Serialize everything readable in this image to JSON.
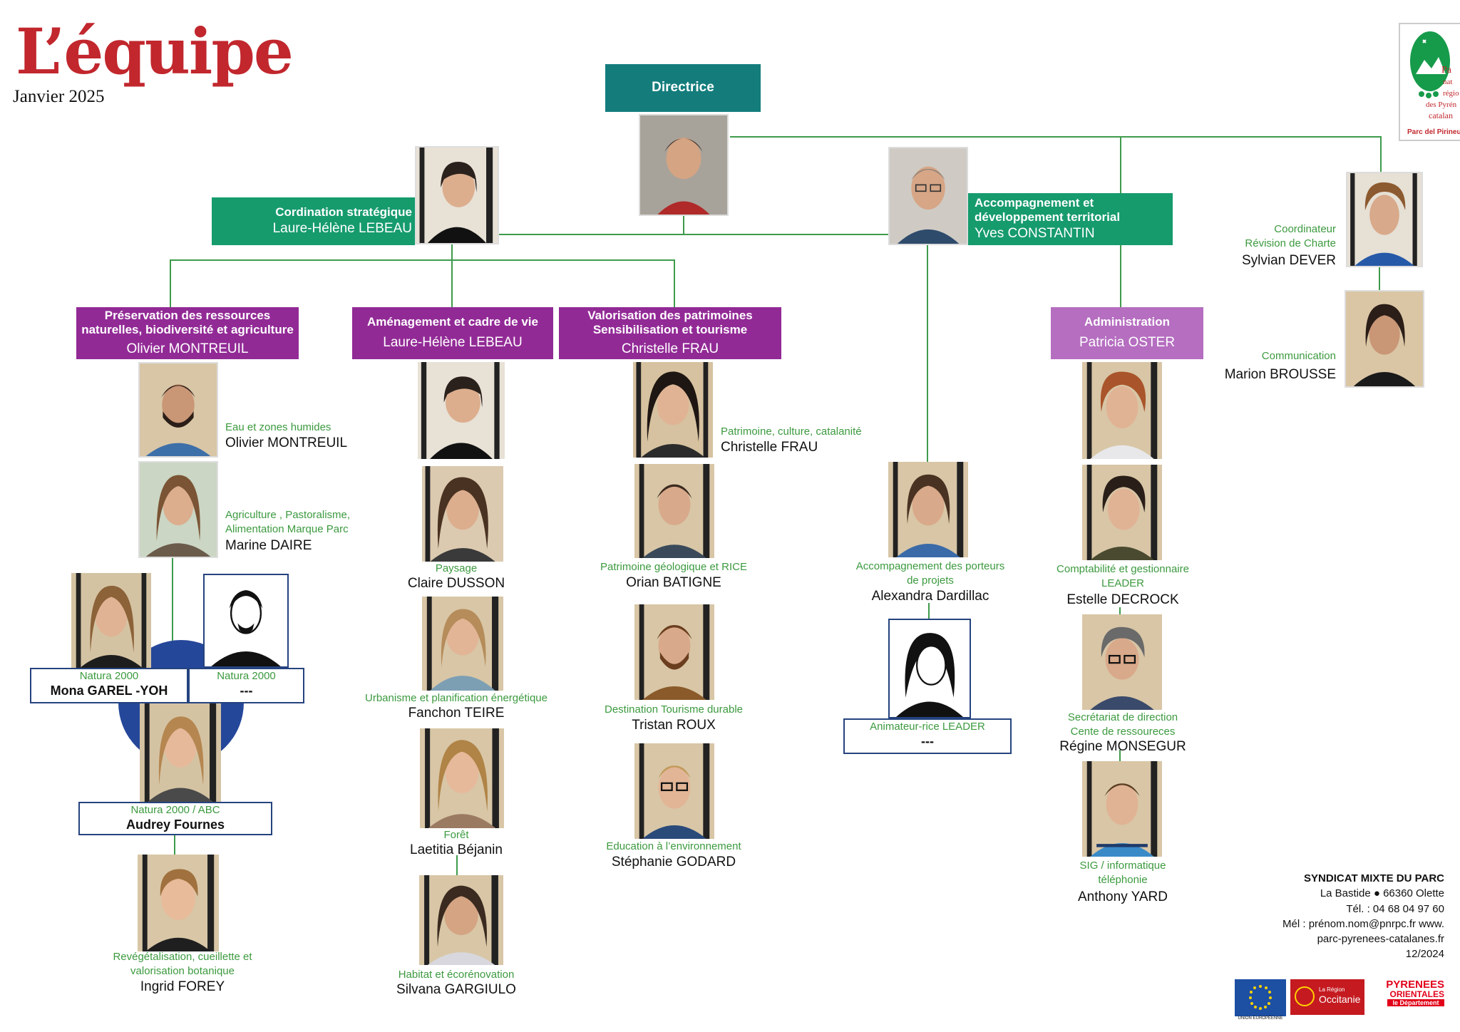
{
  "header": {
    "title": "L’équipe",
    "subtitle": "Janvier 2025"
  },
  "directrice": {
    "label": "Directrice"
  },
  "coordination": {
    "title": "Cordination stratégique",
    "name": "Laure-Hélène LEBEAU"
  },
  "accompagnement": {
    "title_line1": "Accompagnement et",
    "title_line2": "développement territorial",
    "name": "Yves CONSTANTIN"
  },
  "coordinateur": {
    "role_line1": "Coordinateur",
    "role_line2": "Révision de Charte",
    "name": "Sylvian DEVER"
  },
  "communication": {
    "role": "Communication",
    "name": "Marion BROUSSE"
  },
  "preservation": {
    "title_line1": "Préservation des ressources",
    "title_line2": "naturelles, biodiversité et agriculture",
    "head": "Olivier MONTREUIL",
    "members": [
      {
        "role": "Eau et zones humides",
        "name": "Olivier MONTREUIL"
      },
      {
        "role_line1": "Agriculture , Pastoralisme,",
        "role_line2": "Alimentation Marque Parc",
        "name": "Marine DAIRE"
      },
      {
        "role": "Natura 2000",
        "name": "Mona GAREL -YOH"
      },
      {
        "role": "Natura 2000",
        "name": "---"
      },
      {
        "role": "Natura 2000 / ABC",
        "name": "Audrey Fournes"
      },
      {
        "role_line1": "Revégétalisation, cueillette et",
        "role_line2": "valorisation botanique",
        "name": "Ingrid FOREY"
      }
    ]
  },
  "amenagement": {
    "title": "Aménagement et cadre de vie",
    "head": "Laure-Hélène LEBEAU",
    "members": [
      {
        "role": "Paysage",
        "name": "Claire DUSSON"
      },
      {
        "role": "Urbanisme et planification énergétique",
        "name": "Fanchon TEIRE"
      },
      {
        "role": "Forêt",
        "name": "Laetitia Béjanin"
      },
      {
        "role": "Habitat et écorénovation",
        "name": "Silvana GARGIULO"
      }
    ]
  },
  "valorisation": {
    "title_line1": "Valorisation des patrimoines",
    "title_line2": "Sensibilisation et tourisme",
    "head": "Christelle FRAU",
    "members": [
      {
        "role": "Patrimoine, culture, catalanité",
        "name": "Christelle FRAU"
      },
      {
        "role": "Patrimoine géologique et RICE",
        "name": "Orian BATIGNE"
      },
      {
        "role": "Destination Tourisme durable",
        "name": "Tristan ROUX"
      },
      {
        "role": "Education à l’environnement",
        "name": "Stéphanie GODARD"
      }
    ]
  },
  "porteurs": {
    "role_line1": "Accompagnement des porteurs",
    "role_line2": "de projets",
    "name": "Alexandra Dardillac",
    "leader_role": "Animateur-rice LEADER",
    "leader_name": "---"
  },
  "administration": {
    "title": "Administration",
    "head": "Patricia OSTER",
    "members": [
      {
        "role_line1": "Comptabilité et gestionnaire",
        "role_line2": "LEADER",
        "name": "Estelle DECROCK"
      },
      {
        "role_line1": "Secrétariat de direction",
        "role_line2": "Cente de ressoureces",
        "name": "Régine MONSEGUR"
      },
      {
        "role_line1": "SIG / informatique",
        "role_line2": "téléphonie",
        "name": "Anthony YARD"
      }
    ]
  },
  "footer": {
    "heading": "SYNDICAT MIXTE DU PARC",
    "line1": "La Bastide ● 66360 Olette",
    "line2": "Tél. : 04 68 04 97 60",
    "line3": "Mél  :  prénom.nom@pnrpc.fr   www.",
    "line4": "parc-pyrenees-catalanes.fr",
    "line5": "12/2024"
  },
  "logo": {
    "text_line1": "Pa",
    "text_line2": "nat",
    "text_line3": "régio",
    "text_line4": "des Pyrén",
    "text_line5": "catalan",
    "text_line6": "Parc del Pirineu c",
    "colors": {
      "green": "#169b4a",
      "red": "#c1272d"
    }
  },
  "partners": {
    "eu": "UNION EUROPÉENNE",
    "occitanie_line1": "La Région",
    "occitanie_line2": "Occitanie",
    "po_line1": "PYRENEES",
    "po_line2": "ORIENTALES",
    "po_line3": "le Département"
  },
  "colors": {
    "teal": "#147d7c",
    "green": "#169b6d",
    "purple": "#922a96",
    "lilac": "#b56ec0",
    "role_text": "#3c9a3f",
    "line": "#3f9b4c",
    "outline": "#25437f",
    "title_red": "#c1272d"
  }
}
